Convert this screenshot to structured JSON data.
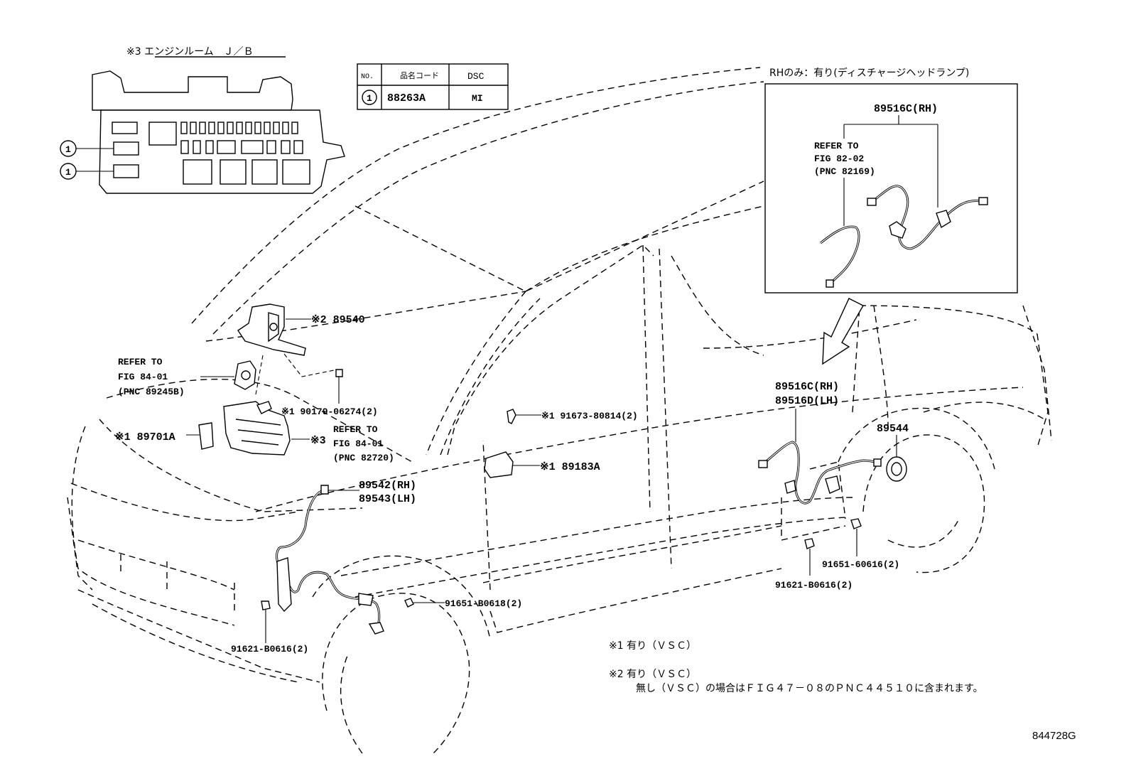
{
  "engine_room_jb": {
    "title": "※3 エンジンルーム　Ｊ／Ｂ",
    "circle_labels": [
      "1",
      "1"
    ]
  },
  "code_table": {
    "headers": [
      "NO.",
      "品名コード",
      "DSC"
    ],
    "rows": [
      {
        "no": "1",
        "code": "88263A",
        "dsc": "MI"
      }
    ]
  },
  "inset": {
    "caption": "RHのみ：有り(ディスチャージヘッドランプ)",
    "part_label": "89516C(RH)",
    "refer_lines": [
      "REFER TO",
      "FIG 82-02",
      "(PNC 82169)"
    ]
  },
  "callouts": {
    "p89540": "※2 89540",
    "refer_89245b": [
      "REFER TO",
      "FIG 84-01",
      "(PNC 89245B)"
    ],
    "p90179": "※1 90179-06274(2)",
    "p89701a": "※1 89701A",
    "star3": "※3",
    "refer_82720": [
      "REFER TO",
      "FIG 84-01",
      "(PNC 82720)"
    ],
    "p89542": "89542(RH)",
    "p89543": "89543(LH)",
    "p91673": "※1 91673-80814(2)",
    "p89183a": "※1 89183A",
    "p89516c": "89516C(RH)",
    "p89516d": "89516D(LH)",
    "p89544": "89544",
    "p91651_60616": "91651-60616(2)",
    "p91621_b0616_r": "91621-B0616(2)",
    "p91651_b0618": "91651-B0618(2)",
    "p91621_b0616_l": "91621-B0616(2)"
  },
  "notes": {
    "n1": "※1 有り（ＶＳＣ）",
    "n2a": "※2 有り（ＶＳＣ）",
    "n2b": "無し（ＶＳＣ）の場合はＦＩＧ４７－０８のＰＮＣ４４５１０に含まれます。"
  },
  "figure_id": "844728G"
}
